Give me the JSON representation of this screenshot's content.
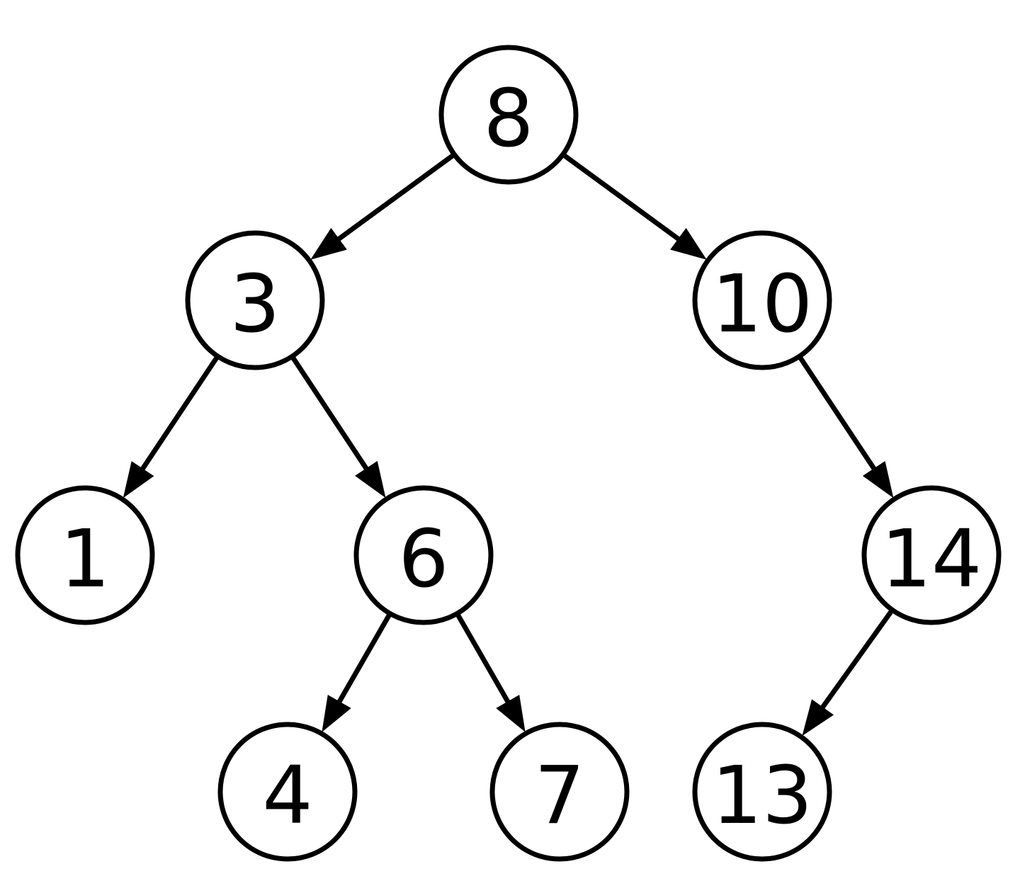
{
  "tree": {
    "root": "node-8",
    "nodes": [
      {
        "id": "node-8",
        "label": "8",
        "children": [
          "node-3",
          "node-10"
        ]
      },
      {
        "id": "node-3",
        "label": "3",
        "children": [
          "node-1",
          "node-6"
        ]
      },
      {
        "id": "node-10",
        "label": "10",
        "children": [
          "node-14"
        ]
      },
      {
        "id": "node-1",
        "label": "1",
        "children": []
      },
      {
        "id": "node-6",
        "label": "6",
        "children": [
          "node-4",
          "node-7"
        ]
      },
      {
        "id": "node-14",
        "label": "14",
        "children": [
          "node-13"
        ]
      },
      {
        "id": "node-4",
        "label": "4",
        "children": []
      },
      {
        "id": "node-7",
        "label": "7",
        "children": []
      },
      {
        "id": "node-13",
        "label": "13",
        "children": []
      }
    ],
    "edges": [
      {
        "from": "node-8",
        "to": "node-3"
      },
      {
        "from": "node-8",
        "to": "node-10"
      },
      {
        "from": "node-3",
        "to": "node-1"
      },
      {
        "from": "node-3",
        "to": "node-6"
      },
      {
        "from": "node-10",
        "to": "node-14"
      },
      {
        "from": "node-6",
        "to": "node-4"
      },
      {
        "from": "node-6",
        "to": "node-7"
      },
      {
        "from": "node-14",
        "to": "node-13"
      }
    ]
  },
  "colors": {
    "stroke": "#000000",
    "fill": "#ffffff",
    "text": "#000000"
  }
}
